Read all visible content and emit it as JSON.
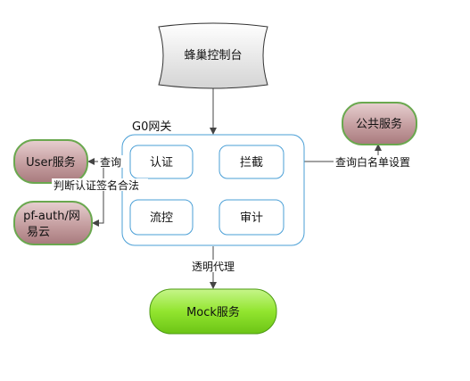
{
  "nodes": {
    "console": "蜂巢控制台",
    "gateway": "G0网关",
    "auth": "认证",
    "intercept": "拦截",
    "flow_control": "流控",
    "audit": "审计",
    "public_service": "公共服务",
    "user_service": "User服务",
    "pf_auth_line1": "pf-auth/网",
    "pf_auth_line2": "易云",
    "mock_service": "Mock服务"
  },
  "edges": {
    "query": "查询",
    "verify_signature": "判断认证签名合法",
    "query_whitelist": "查询白名单设置",
    "transparent_proxy": "透明代理"
  },
  "colors": {
    "service_fill": "#c9a3a5",
    "service_stroke": "#6aa84f",
    "mock_fill": "#88e629",
    "mock_stroke": "#4d9a14",
    "gateway_stroke": "#4a9fd6",
    "module_stroke": "#4a9fd6",
    "console_fill": "#e8e8e8",
    "console_stroke": "#333333",
    "arrow": "#444444"
  }
}
